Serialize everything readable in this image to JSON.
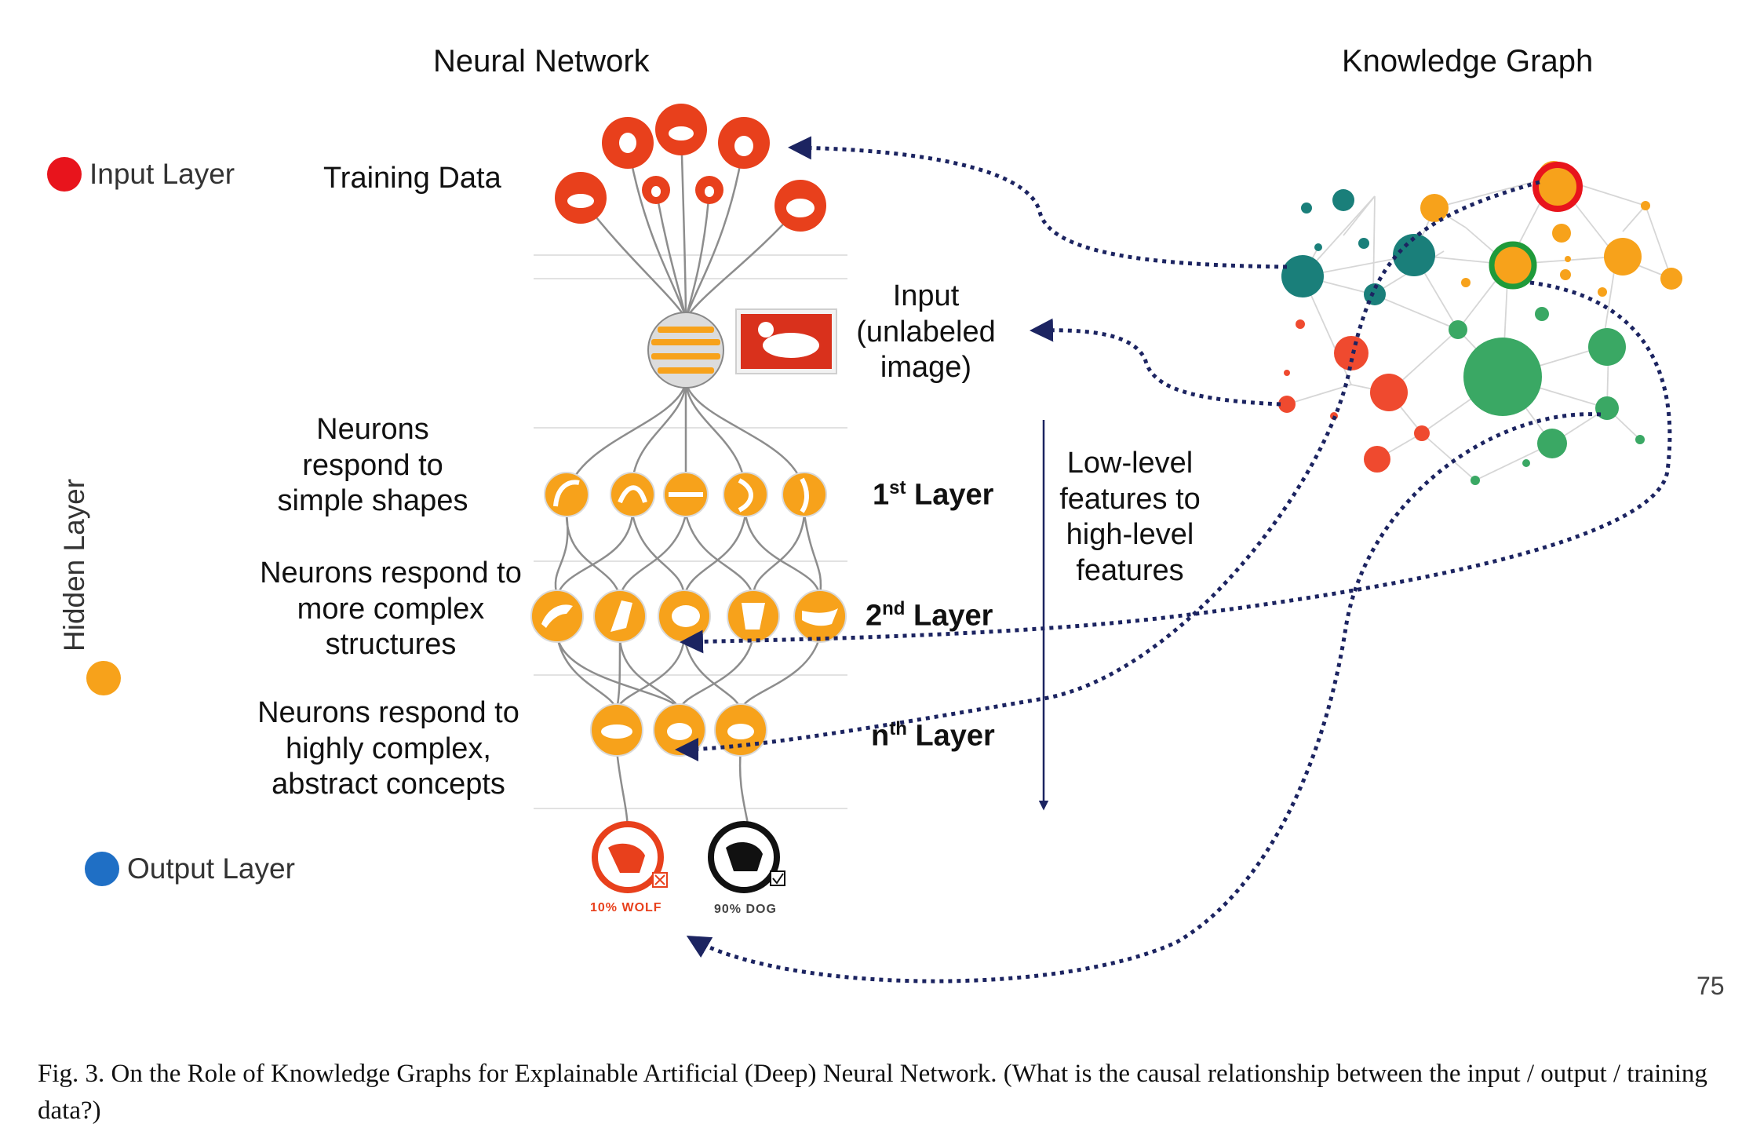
{
  "titles": {
    "neural_network": "Neural Network",
    "knowledge_graph": "Knowledge Graph"
  },
  "side_labels": {
    "input_layer": "Input Layer",
    "hidden_layer": "Hidden Layer",
    "output_layer": "Output Layer"
  },
  "nn_labels": {
    "training_data": "Training Data",
    "input_line1": "Input",
    "input_line2": "(unlabeled",
    "input_line3": "image)",
    "desc1_line1": "Neurons",
    "desc1_line2": "respond to",
    "desc1_line3": "simple shapes",
    "desc2_line1": "Neurons respond to",
    "desc2_line2": "more complex",
    "desc2_line3": "structures",
    "desc3_line1": "Neurons respond to",
    "desc3_line2": "highly complex,",
    "desc3_line3": "abstract concepts",
    "layer1_num": "1",
    "layer1_sup": "st",
    "layer2_num": "2",
    "layer2_sup": "nd",
    "layern_num": "n",
    "layern_sup": "th",
    "layer_word": "Layer",
    "lowlevel_line1": "Low-level",
    "lowlevel_line2": "features to",
    "lowlevel_line3": "high-level",
    "lowlevel_line4": "features",
    "wolf_pct": "10% WOLF",
    "dog_pct": "90% DOG"
  },
  "page_number": "75",
  "caption": "Fig. 3. On the Role of Knowledge Graphs for Explainable Artificial (Deep) Neural Network. (What is the causal relationship between the input / output / training data?)",
  "colors": {
    "input_red": "#e8401c",
    "hidden_orange": "#f7a21b",
    "output_blue": "#1f6fc5",
    "kg_teal": "#1a7f7a",
    "kg_green": "#3aa864",
    "kg_red": "#ef4a2f",
    "kg_orange": "#f7a21b",
    "arrow_navy": "#1c2461",
    "highlight_red": "#e8141c",
    "highlight_green": "#1f9a3a"
  }
}
